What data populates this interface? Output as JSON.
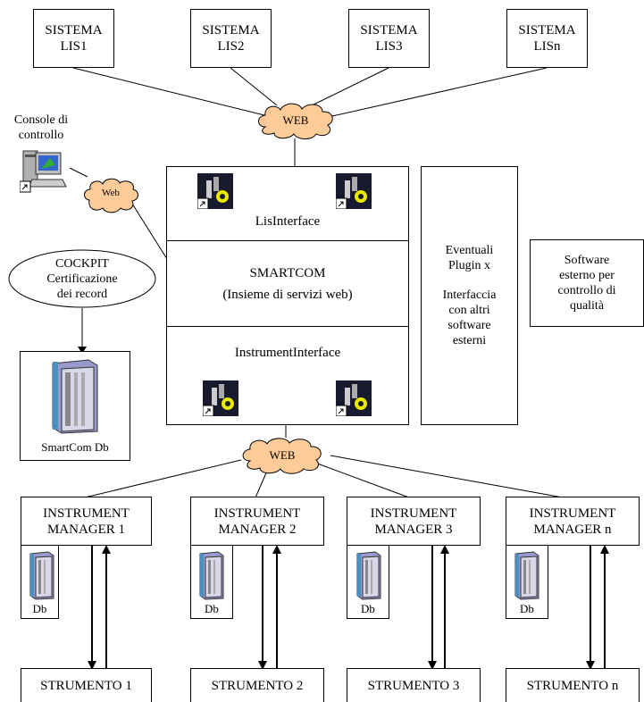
{
  "top_systems": [
    {
      "line1": "SISTEMA",
      "line2": "LIS1"
    },
    {
      "line1": "SISTEMA",
      "line2": "LIS2"
    },
    {
      "line1": "SISTEMA",
      "line2": "LIS3"
    },
    {
      "line1": "SISTEMA",
      "line2": "LISn"
    }
  ],
  "clouds": {
    "web_top": "WEB",
    "web_small": "Web",
    "web_bottom": "WEB"
  },
  "console": {
    "line1": "Console di",
    "line2": "controllo"
  },
  "cockpit": {
    "line1": "COCKPIT",
    "line2": "Certificazione",
    "line3": "dei record"
  },
  "smartcom_db": {
    "label": "SmartCom Db"
  },
  "central": {
    "lis_interface": "LisInterface",
    "smartcom_title": "SMARTCOM",
    "smartcom_subtitle": "(Insieme di servizi web)",
    "instrument_interface": "InstrumentInterface"
  },
  "plugin_box": {
    "line1": "Eventuali",
    "line2": "Plugin x",
    "line3": "Interfaccia",
    "line4": "con altri",
    "line5": "software",
    "line6": "esterni"
  },
  "quality_box": {
    "line1": "Software",
    "line2": "esterno per",
    "line3": "controllo  di",
    "line4": "qualità"
  },
  "managers": [
    {
      "line1": "INSTRUMENT",
      "line2": "MANAGER 1",
      "db": "Db",
      "instrument": "STRUMENTO 1"
    },
    {
      "line1": "INSTRUMENT",
      "line2": "MANAGER 2",
      "db": "Db",
      "instrument": "STRUMENTO 2"
    },
    {
      "line1": "INSTRUMENT",
      "line2": "MANAGER 3",
      "db": "Db",
      "instrument": "STRUMENTO 3"
    },
    {
      "line1": "INSTRUMENT",
      "line2": "MANAGER n",
      "db": "Db",
      "instrument": "STRUMENTO n"
    }
  ],
  "colors": {
    "cloud_fill": "#FFCC99",
    "icon_dark": "#1a1a2e",
    "icon_gear": "#E8E800",
    "db_purple": "#9999CC"
  }
}
